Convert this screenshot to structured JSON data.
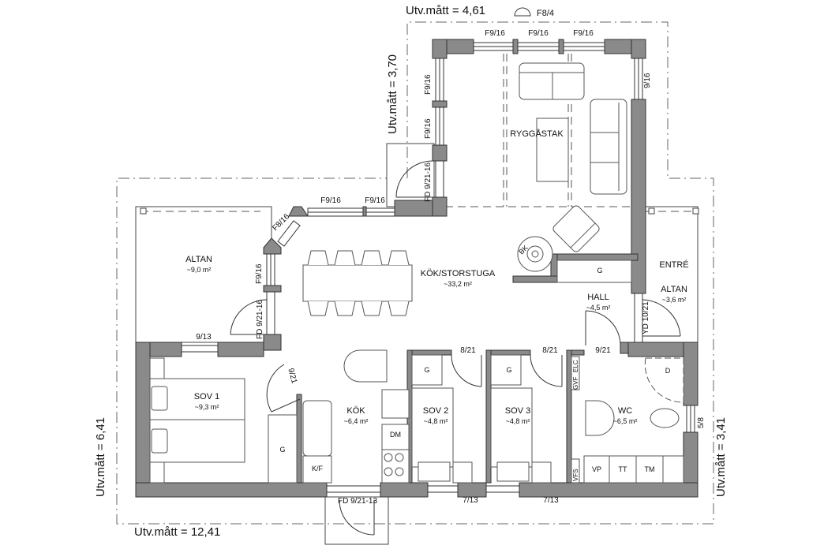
{
  "plan": {
    "type": "floor-plan",
    "colors": {
      "wall": "#8a8a8a",
      "line": "#333333",
      "dashed": "#555555",
      "background": "#ffffff"
    },
    "dimensions": {
      "top": "Utv.mått = 4,61",
      "top_symbol": "F8/4",
      "left_upper": "Utv.mått = 3,70",
      "left_lower": "Utv.mått = 6,41",
      "right_lower": "Utv.mått = 3,41",
      "bottom": "Utv.mått = 12,41"
    },
    "rooms": [
      {
        "name": "RYGGÅSTAK",
        "area": ""
      },
      {
        "name": "ALTAN",
        "area": "~9,0 m²"
      },
      {
        "name": "KÖK/STORSTUGA",
        "area": "~33,2 m²"
      },
      {
        "name": "ENTRÉ",
        "area": ""
      },
      {
        "name": "ALTAN",
        "area": "~3,6 m²"
      },
      {
        "name": "HALL",
        "area": "~4,5 m²"
      },
      {
        "name": "SOV 1",
        "area": "~9,3 m²"
      },
      {
        "name": "KÖK",
        "area": "~6,4 m²"
      },
      {
        "name": "SOV 2",
        "area": "~4,8 m²"
      },
      {
        "name": "SOV 3",
        "area": "~4,8 m²"
      },
      {
        "name": "WC",
        "area": "~6,5 m²"
      }
    ],
    "windows": {
      "top1": "F9/16",
      "top2": "F9/16",
      "top3": "F9/16",
      "left1": "F9/16",
      "left2": "F9/16",
      "right1": "9/16",
      "mid1": "F9/16",
      "mid2": "F9/16",
      "diag": "F8/16",
      "altan_win": "F9/16",
      "sov1_win": "9/13",
      "sov2_win": "7/13",
      "sov3_win": "7/13",
      "wc_win": "5/8"
    },
    "doors": {
      "ryggastak_door": "FD 9/21-16",
      "altan_door": "FD 9/21-16",
      "entre_door": "YD 10/21",
      "sov1_door": "9/21",
      "sov2_door": "8/21",
      "sov3_door": "8/21",
      "wc_door": "9/21",
      "kok_door": "FD 9/21-13"
    },
    "fixtures": {
      "closet_hall": "G",
      "closet_sov1": "G",
      "closet_sov2": "G",
      "closet_sov3": "G",
      "stove": "BK",
      "dishwasher": "DM",
      "fridge": "K/F",
      "shower": "D",
      "washer": "TM",
      "dryer": "TT",
      "water_heater": "VP",
      "install1": "GVF",
      "install2": "ELC",
      "install3": "VFS"
    }
  }
}
